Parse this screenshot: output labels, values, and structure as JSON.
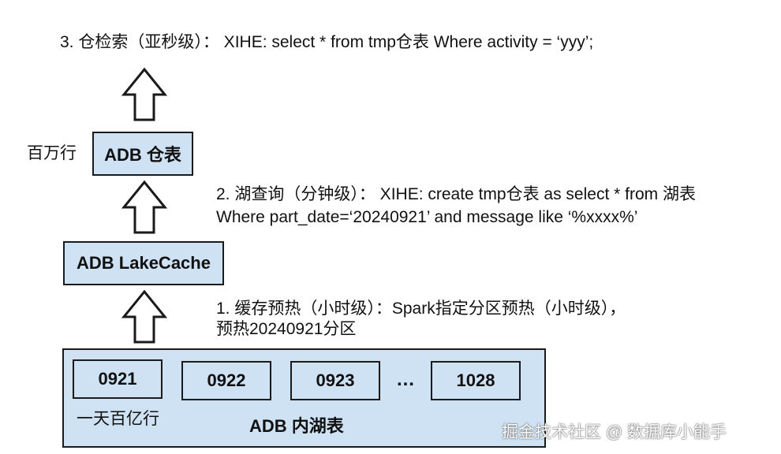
{
  "steps": {
    "step3": "3. 仓检索（亚秒级）： XIHE: select * from tmp仓表 Where activity = ‘yyy’;",
    "step2_line1": "2. 湖查询（分钟级）： XIHE: create tmp仓表 as select * from 湖表",
    "step2_line2": "Where part_date=‘20240921’ and message like ‘%xxxx%’",
    "step1_line1": "1. 缓存预热（小时级）：Spark指定分区预热（小时级），",
    "step1_line2": "预热20240921分区"
  },
  "boxes": {
    "warehouse": "ADB 仓表",
    "warehouse_rows": "百万行",
    "lakecache": "ADB LakeCache",
    "lake_table": "ADB 内湖表",
    "lake_rows": "一天百亿行"
  },
  "partitions": [
    "0921",
    "0922",
    "0923",
    "1028"
  ],
  "ellipsis": "…",
  "watermark": "掘金技术社区 @ 数据库小能手",
  "colors": {
    "box_fill": "#cfe2f3",
    "border": "#1a1a1a"
  }
}
